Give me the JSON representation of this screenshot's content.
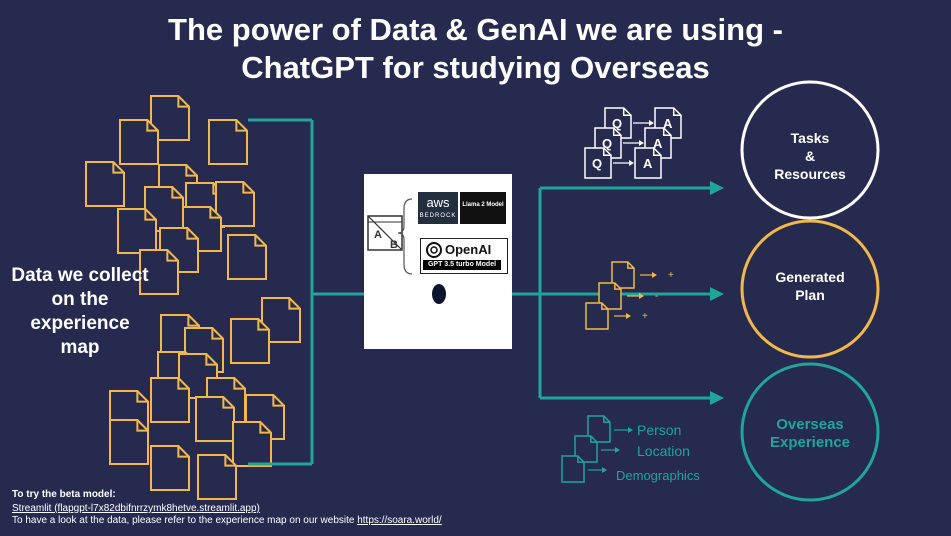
{
  "title_line1": "The power of Data & GenAI we are using -",
  "title_line2": "ChatGPT for studying Overseas",
  "data_label": "Data we collect on the experience map",
  "model_box": {
    "aws_label": "aws",
    "bedrock_label": "BEDROCK",
    "llama_label": "Llama 2 Model",
    "openai_label": "OpenAI",
    "gpt_label": "GPT 3.5 turbo Model",
    "ab_letters": [
      "A",
      "B"
    ]
  },
  "outputs": [
    {
      "label_lines": [
        "Tasks",
        "&",
        "Resources"
      ],
      "circle_color": "#ffffff",
      "text_color": "#ffffff"
    },
    {
      "label_lines": [
        "Generated",
        "Plan"
      ],
      "circle_color": "#f2b94a",
      "text_color": "#ffffff"
    },
    {
      "label_lines": [
        "Overseas",
        "Experience"
      ],
      "circle_color": "#1fa59a",
      "text_color": "#1fa59a"
    }
  ],
  "qa_letters": [
    "Q",
    "A"
  ],
  "plan_signs": [
    "+",
    "-",
    "+"
  ],
  "features": [
    "Person",
    "Location",
    "Demographics"
  ],
  "footer": {
    "beta_heading": "To try the beta model:",
    "streamlit_link": "Streamlit (flapgpt-l7x82dbifnrrzymk8hetve.streamlit.app)",
    "data_note": "To have a look at the data, please refer to the experience map on our website",
    "website_link": "https://soara.world/"
  },
  "colors": {
    "background": "#262a4f",
    "document_outline": "#f2b94a",
    "teal": "#1fa59a",
    "white": "#ffffff"
  }
}
